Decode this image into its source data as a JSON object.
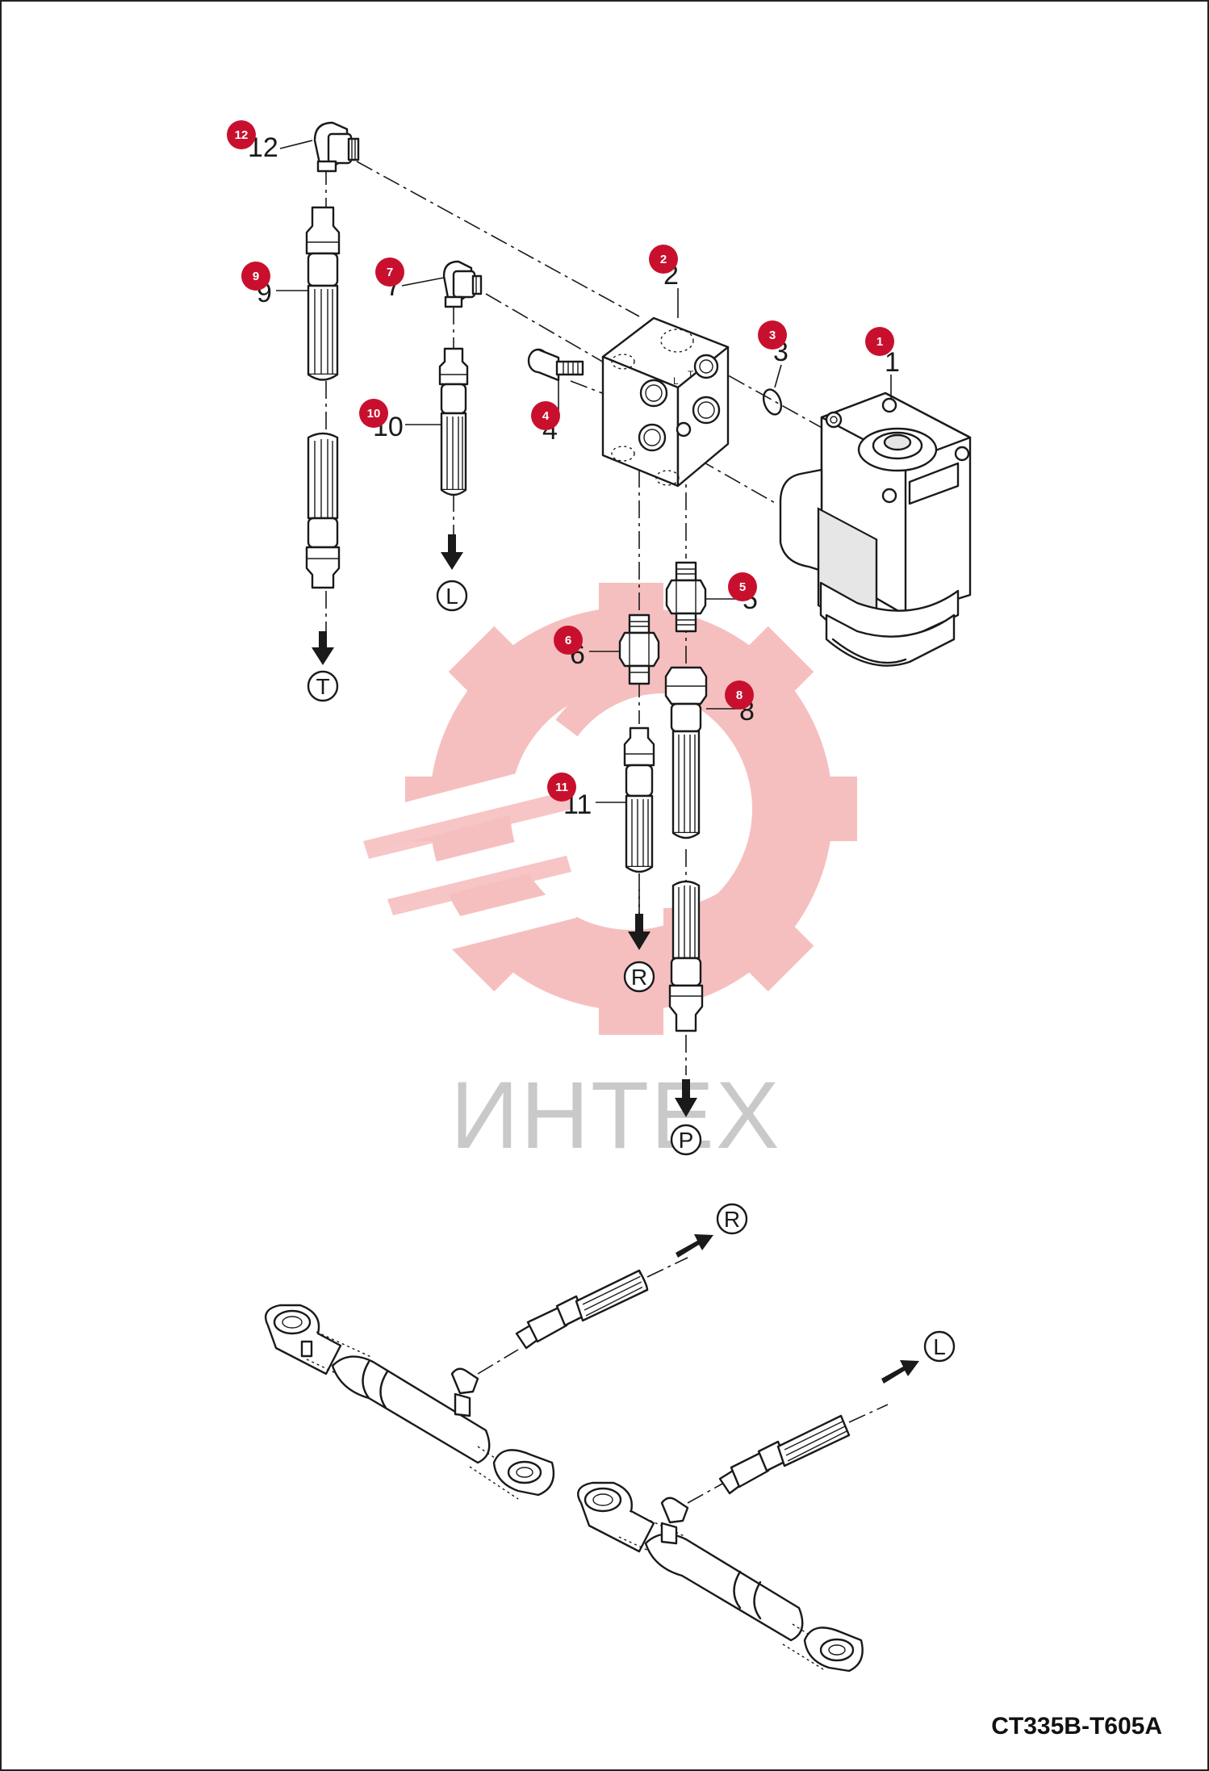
{
  "drawing": {
    "code": "CT335B-T605A",
    "watermark_text": "ИНТЕХ",
    "accent_color": "#c8102e",
    "watermark_color": "#f5b5b5",
    "parts": [
      {
        "num": "1"
      },
      {
        "num": "2"
      },
      {
        "num": "3"
      },
      {
        "num": "4"
      },
      {
        "num": "5"
      },
      {
        "num": "6"
      },
      {
        "num": "7"
      },
      {
        "num": "8"
      },
      {
        "num": "9"
      },
      {
        "num": "10"
      },
      {
        "num": "11"
      },
      {
        "num": "12"
      }
    ],
    "ports": {
      "T": "T",
      "L": "L",
      "R": "R",
      "P": "P"
    },
    "block_labels": {
      "L": "L",
      "T": "T"
    }
  }
}
